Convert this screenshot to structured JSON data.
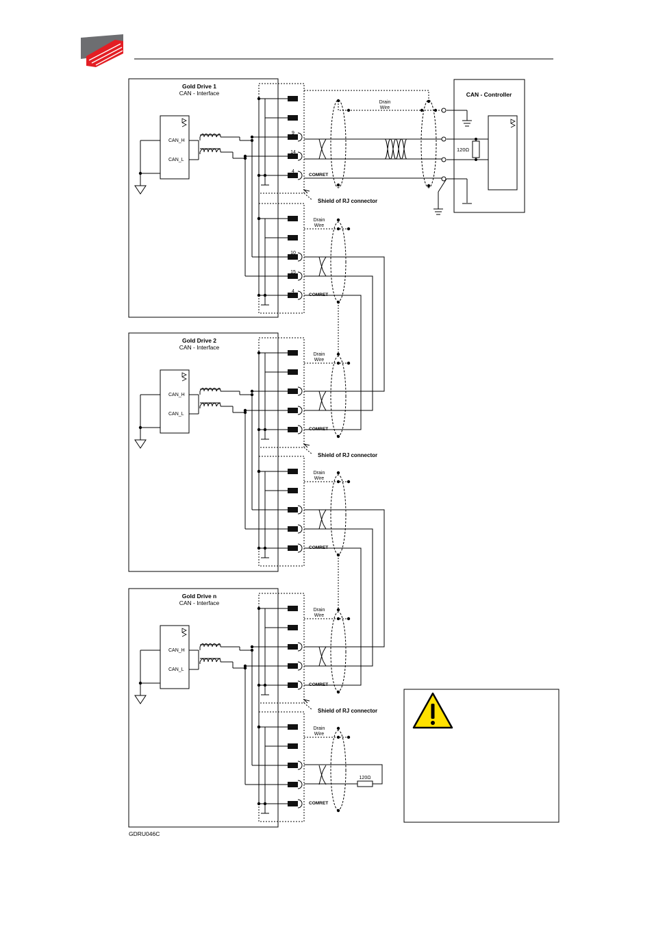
{
  "drives": [
    {
      "title": "Gold Drive 1",
      "subtitle": "CAN -  Interface",
      "can_h": "CAN_H",
      "can_l": "CAN_L"
    },
    {
      "title": "Gold Drive 2",
      "subtitle": "CAN -  Interface",
      "can_h": "CAN_H",
      "can_l": "CAN_L"
    },
    {
      "title": "Gold Drive n",
      "subtitle": "CAN -  Interface",
      "can_h": "CAN_H",
      "can_l": "CAN_L"
    }
  ],
  "controller": {
    "title": "CAN -  Controller",
    "resistor": "120Ω"
  },
  "pins": {
    "top": [
      "9",
      "14",
      "4"
    ],
    "bottom": [
      "10",
      "15",
      "4"
    ]
  },
  "comret": "COMRET",
  "drain_wire": [
    "Drain",
    "Wire"
  ],
  "shield_label": "Shield of RJ connector",
  "terminator": "120Ω",
  "figure_code": "GDRU046C"
}
